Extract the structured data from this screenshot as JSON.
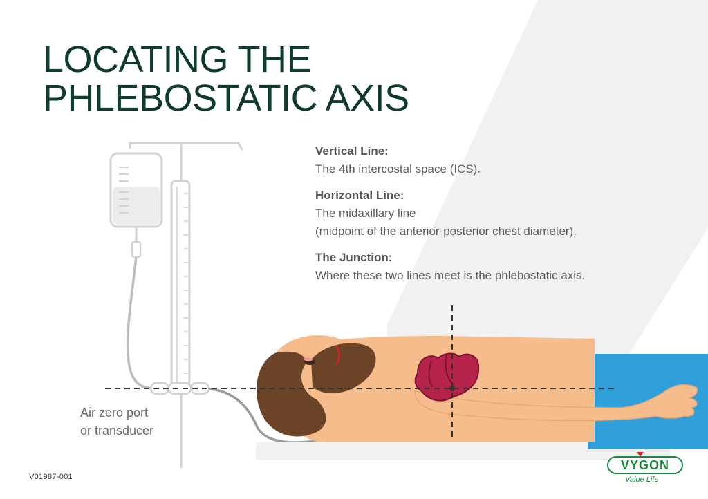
{
  "title": {
    "line1": "LOCATING THE",
    "line2": "PHLEBOSTATIC AXIS"
  },
  "info": {
    "vertical": {
      "heading": "Vertical Line:",
      "text": "The 4th intercostal space (ICS)."
    },
    "horizontal": {
      "heading": "Horizontal Line:",
      "text1": "The midaxillary line",
      "text2": "(midpoint of the anterior-posterior chest diameter)."
    },
    "junction": {
      "heading": "The Junction:",
      "text": "Where these two lines meet is the phlebostatic axis."
    }
  },
  "port_label": {
    "line1": "Air zero port",
    "line2": "or transducer"
  },
  "doc_code": "V01987-001",
  "logo": {
    "brand": "VYGON",
    "tagline": "Value Life"
  },
  "colors": {
    "title": "#0f3b2a",
    "skin": "#f6bc8c",
    "hair": "#6b4427",
    "heart": "#b5234a",
    "blanket": "#2e9fd9",
    "equipment": "#c9c9c9",
    "brand_green": "#1a8a3d"
  },
  "icons": [
    "iv-bag-icon",
    "iv-pole-icon",
    "transducer-icon",
    "heart-icon",
    "logo-mark-icon"
  ]
}
